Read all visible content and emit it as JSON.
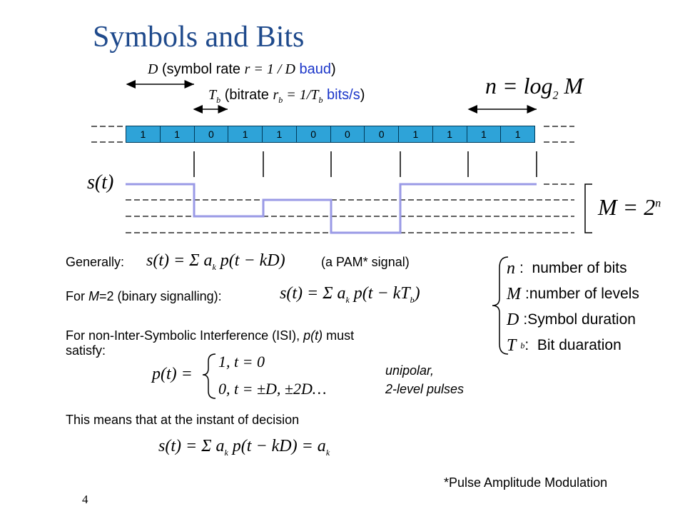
{
  "slide": {
    "title": "Symbols and Bits",
    "page_number": "4",
    "footnote": "*Pulse Amplitude Modulation"
  },
  "diagram": {
    "bits": [
      "1",
      "1",
      "0",
      "1",
      "1",
      "0",
      "0",
      "0",
      "1",
      "1",
      "1",
      "1"
    ],
    "symbol_label": {
      "symbol": "D",
      "text": "(symbol rate ",
      "formula": "r = 1 / D",
      "unit": "baud",
      "close": ")"
    },
    "bit_label": {
      "symbol": "T",
      "sub": "b",
      "text": "(bitrate ",
      "formula": "r",
      "formula_sub": "b",
      "formula_rest": " = 1/T",
      "formula_rest_sub": "b",
      "unit": "bits/s",
      "close": ")"
    },
    "n_formula": "n = log",
    "n_formula_sub": "2",
    "n_formula_tail": " M",
    "signal_label": "s(t)",
    "m_formula": "M = 2",
    "m_formula_sup": "n",
    "signal_levels": [
      0,
      1,
      2,
      3
    ],
    "signal_symbols": [
      0,
      2,
      1,
      3,
      0,
      0
    ]
  },
  "text": {
    "generally_label": "Generally:",
    "generally_formula": "s(t) = Σ a",
    "generally_formula_tail": " p(t − kD)",
    "pam_note": "(a PAM* signal)",
    "binary_label_pre": "For ",
    "binary_label_m": "M",
    "binary_label_post": "=2 (binary signalling):",
    "binary_formula": "s(t) = Σ a",
    "binary_formula_tail": " p(t − kT",
    "binary_formula_close": ")",
    "isi_line1_pre": "For non-Inter-Symbolic Interference (ISI), ",
    "isi_line1_pt": "p(t)",
    "isi_line1_post": " must",
    "isi_line2": "satisfy:",
    "pt_lhs": "p(t) =",
    "pt_case1": "1, t = 0",
    "pt_case2": "0, t = ±D, ±2D…",
    "unipolar_1": "unipolar,",
    "unipolar_2": "2-level pulses",
    "decision_line": "This means that at the instant of decision",
    "decision_formula": "s(t) = Σ a",
    "decision_formula_tail": " p(t − kD) = a",
    "k_sub": "k"
  },
  "legend": [
    {
      "symbol": "n",
      "sep": ":",
      "label": "number of bits"
    },
    {
      "symbol": "M",
      "sep": ":",
      "label": "number of levels"
    },
    {
      "symbol": "D",
      "sep": ":",
      "label": "Symbol duration"
    },
    {
      "symbol": "T",
      "sub": "b",
      "sep": ":",
      "label": "Bit duaration"
    }
  ],
  "colors": {
    "title": "#1f4a8c",
    "bit_fill": "#2ea3d8",
    "signal": "#9a9ae6",
    "baud": "#1a35c9"
  }
}
